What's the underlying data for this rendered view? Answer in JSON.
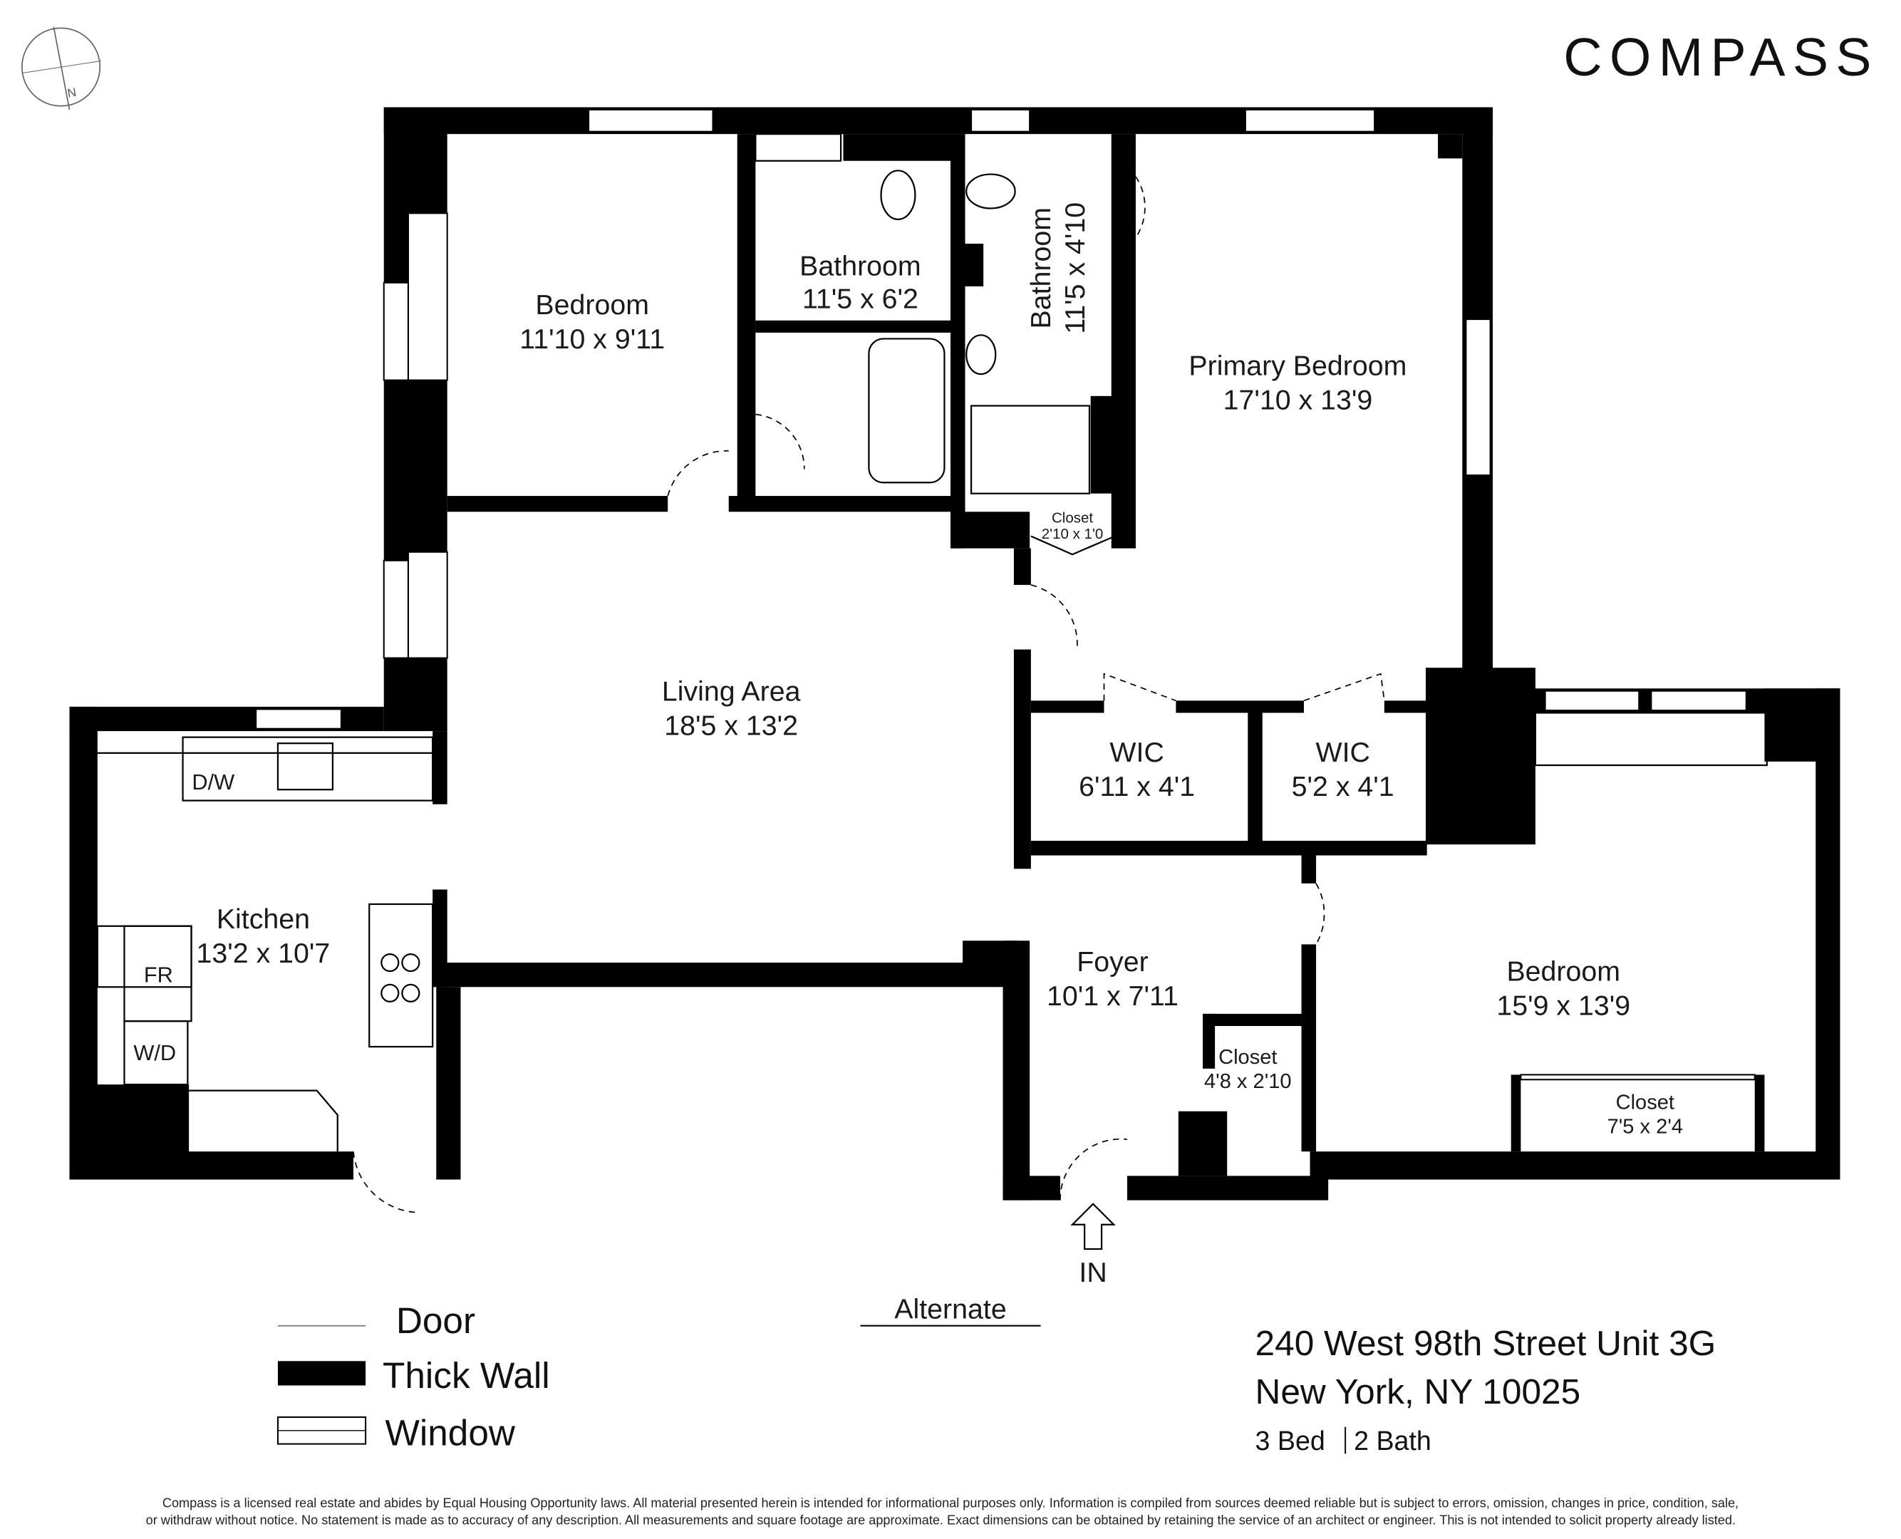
{
  "logo": {
    "text": "COMPASS"
  },
  "compass_rose": {
    "icon": "north-arrow-icon",
    "label": "N"
  },
  "rooms": [
    {
      "name": "Bedroom",
      "dims": "11'10 x 9'11"
    },
    {
      "name": "Bathroom",
      "dims": "11'5 x 6'2"
    },
    {
      "name": "Bathroom",
      "dims": "11'5 x 4'10"
    },
    {
      "name": "Primary Bedroom",
      "dims": "17'10 x 13'9"
    },
    {
      "name": "Closet",
      "dims": "2'10 x 1'0"
    },
    {
      "name": "Living Area",
      "dims": "18'5 x 13'2"
    },
    {
      "name": "WIC",
      "dims": "6'11 x 4'1"
    },
    {
      "name": "WIC",
      "dims": "5'2 x 4'1"
    },
    {
      "name": "Kitchen",
      "dims": "13'2 x 10'7"
    },
    {
      "name": "Foyer",
      "dims": "10'1 x 7'11"
    },
    {
      "name": "Closet",
      "dims": "4'8 x 2'10"
    },
    {
      "name": "Bedroom",
      "dims": "15'9 x 13'9"
    },
    {
      "name": "Closet",
      "dims": "7'5 x 2'4"
    }
  ],
  "appliances": {
    "dishwasher": "D/W",
    "fridge": "FR",
    "washer_dryer": "W/D"
  },
  "entrance": "IN",
  "alternate": "Alternate",
  "legend": {
    "door": "Door",
    "thick_wall": "Thick Wall",
    "window": "Window"
  },
  "address": {
    "line1": "240 West 98th Street Unit 3G",
    "line2": "New York, NY 10025",
    "beds": "3 Bed",
    "baths": "2 Bath"
  },
  "disclaimer": {
    "line1": "Compass is a licensed real estate and abides by Equal Housing Opportunity laws. All material presented herein is intended for informational purposes only. Information is compiled from sources deemed reliable but is subject to errors, omission, changes in price, condition, sale,",
    "line2": "or withdraw without notice. No statement is made as to accuracy of any description. All measurements and square footage are approximate. Exact dimensions can be obtained by retaining the service of an architect or engineer. This is not intended to solicit property already listed."
  }
}
